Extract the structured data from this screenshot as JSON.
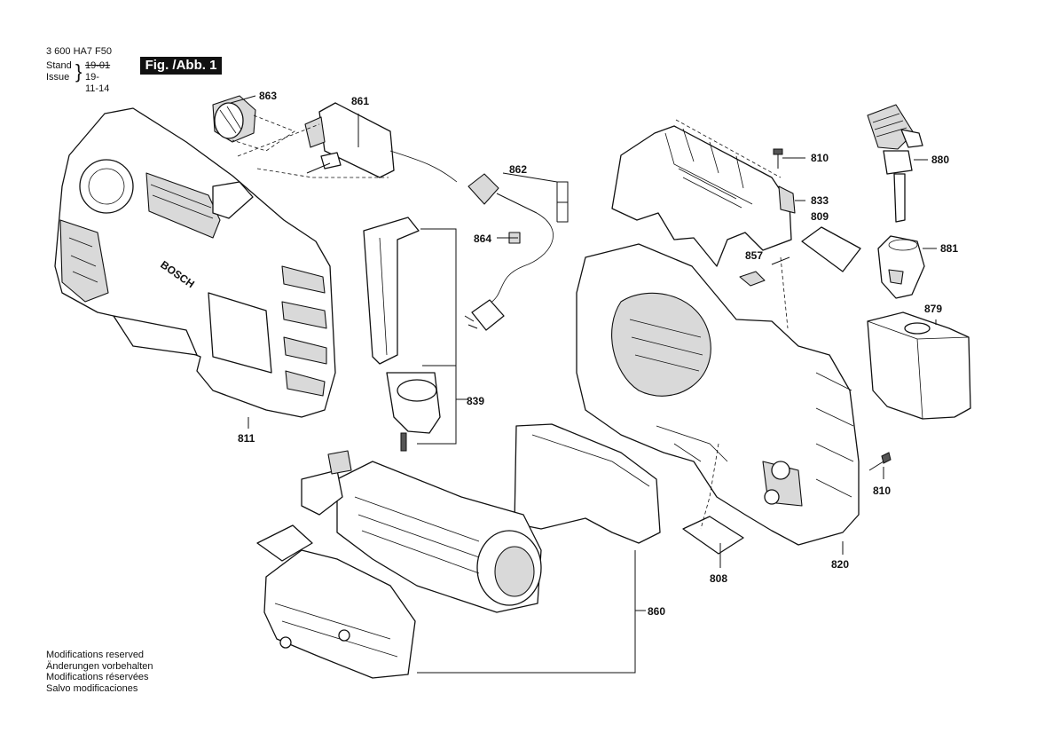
{
  "header": {
    "part_number": "3 600 HA7 F50",
    "stand_label": "Stand",
    "stand_date": "19-01",
    "issue_label": "Issue",
    "issue_date": "19-11-14",
    "figure_label": "Fig. /Abb. 1"
  },
  "housing_brand": "BOSCH",
  "callouts": {
    "p863": "863",
    "p861": "861",
    "p862": "862",
    "p864": "864",
    "p839": "839",
    "p811": "811",
    "p810a": "810",
    "p833": "833",
    "p809": "809",
    "p857": "857",
    "p880": "880",
    "p881": "881",
    "p879": "879",
    "p810b": "810",
    "p820": "820",
    "p808": "808",
    "p860": "860"
  },
  "notes": [
    "Modifications reserved",
    "Änderungen vorbehalten",
    "Modifications réservées",
    "Salvo modificaciones"
  ]
}
